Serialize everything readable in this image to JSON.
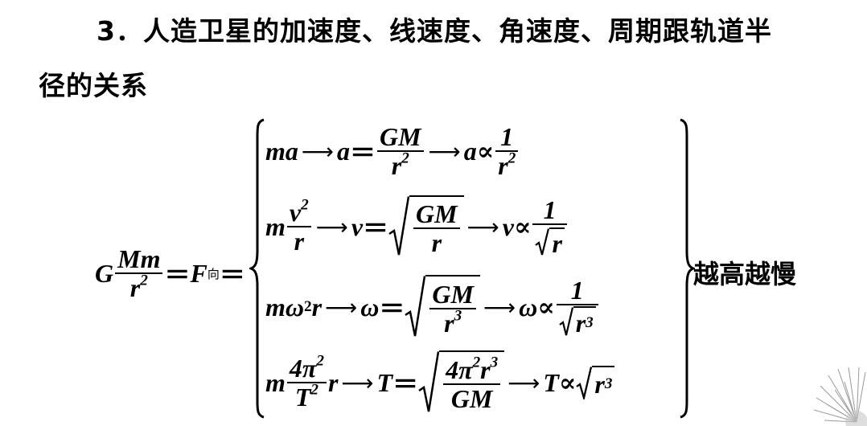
{
  "heading": {
    "line1": "3．人造卫星的加速度、线速度、角速度、周期跟轨道半",
    "line2": "径的关系"
  },
  "formula": {
    "lhs": {
      "G": "G",
      "num": "Mm",
      "den_r": "r",
      "den_exp": "2",
      "eq1": "＝",
      "F": "F",
      "F_sub": "向",
      "eq2": "＝"
    },
    "rows": [
      {
        "left": "ma",
        "arrow1": "⟶",
        "mid_a": "a",
        "eq": "＝",
        "num": "GM",
        "den_r": "r",
        "den_exp": "2",
        "arrow2": "⟶",
        "var": "a",
        "prop": "∝",
        "res_num": "1",
        "res_den_r": "r",
        "res_den_exp": "2"
      },
      {
        "left_m": "m",
        "left_num_v": "v",
        "left_num_exp": "2",
        "left_den": "r",
        "arrow1": "⟶",
        "mid_v": "v",
        "eq": "＝",
        "rad_num": "GM",
        "rad_den": "r",
        "arrow2": "⟶",
        "var": "v",
        "prop": "∝",
        "res_num": "1",
        "res_rad": "r"
      },
      {
        "left_m": "m",
        "left_w": "ω",
        "left_exp": "2",
        "left_r": "r",
        "arrow1": "⟶",
        "mid_w": "ω",
        "eq": "＝",
        "rad_num": "GM",
        "rad_den_r": "r",
        "rad_den_exp": "3",
        "arrow2": "⟶",
        "var": "ω",
        "prop": "∝",
        "res_num": "1",
        "res_rad_r": "r",
        "res_rad_exp": "3"
      },
      {
        "left_m": "m",
        "left_num_4pi": "4π",
        "left_num_exp": "2",
        "left_den_T": "T",
        "left_den_exp": "2",
        "left_r": "r",
        "arrow1": "⟶",
        "mid_T": "T",
        "eq": "＝",
        "rad_num_4pi": "4π",
        "rad_num_exp1": "2",
        "rad_num_r": "r",
        "rad_num_exp2": "3",
        "rad_den": "GM",
        "arrow2": "⟶",
        "var": "T",
        "prop": "∝",
        "res_rad_r": "r",
        "res_rad_exp": "3"
      }
    ],
    "result": "越高越慢"
  }
}
